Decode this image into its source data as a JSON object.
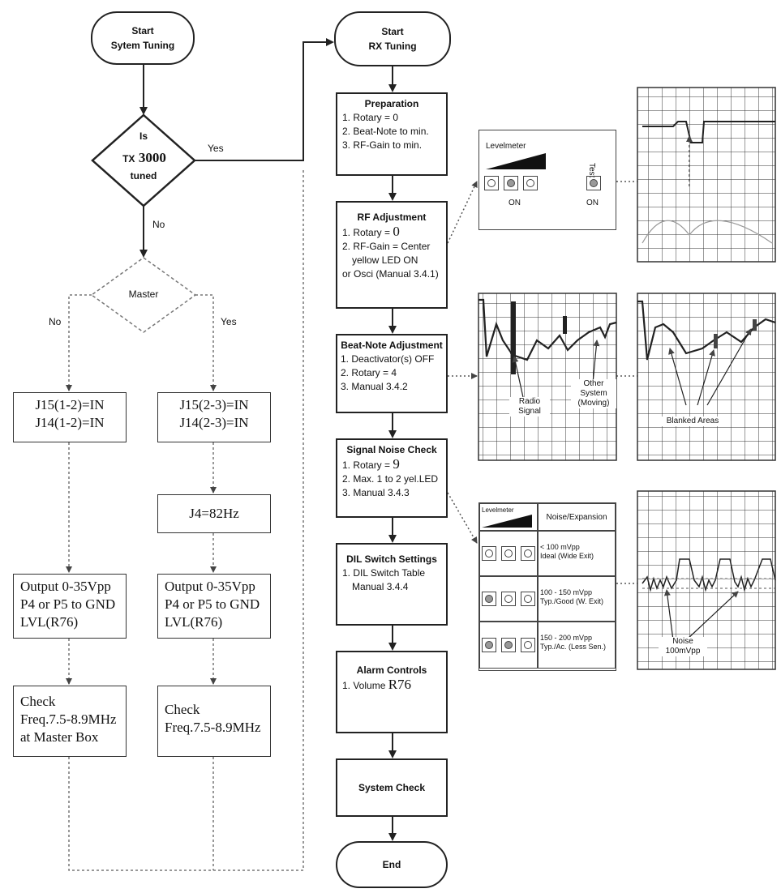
{
  "left": {
    "start_line1": "Start",
    "start_line2": "Sytem Tuning",
    "decision_is": "Is",
    "decision_tx": "TX",
    "decision_num": "3000",
    "decision_tuned": "tuned",
    "yes": "Yes",
    "no": "No",
    "master": "Master",
    "master_no": "No",
    "master_yes": "Yes",
    "a1_l1": "J15(1-2)=IN",
    "a1_l2": "J14(1-2)=IN",
    "b1_l1": "J15(2-3)=IN",
    "b1_l2": "J14(2-3)=IN",
    "b2": "J4=82Hz",
    "a2_l1": "Output 0-35Vpp",
    "a2_l2": "P4 or P5 to GND",
    "a2_l3": "LVL(R76)",
    "b3_l1": "Output 0-35Vpp",
    "b3_l2": "P4 or P5 to GND",
    "b3_l3": "LVL(R76)",
    "a3_l1": "Check",
    "a3_l2": "Freq.7.5-8.9MHz",
    "a3_l3": "at Master Box",
    "b4_l1": "Check",
    "b4_l2": "Freq.7.5-8.9MHz"
  },
  "mid": {
    "start_line1": "Start",
    "start_line2": "RX Tuning",
    "prep_title": "Preparation",
    "prep_1": "1. Rotary = 0",
    "prep_2": "2. Beat-Note to min.",
    "prep_3": "3. RF-Gain to min.",
    "rf_title": "RF Adjustment",
    "rf_1a": "1. Rotary = ",
    "rf_1b": "0",
    "rf_2": "2. RF-Gain = Center",
    "rf_3": "yellow LED ON",
    "rf_4": "or Osci (Manual 3.4.1)",
    "beat_title": "Beat-Note Adjustment",
    "beat_1": "1. Deactivator(s) OFF",
    "beat_2": "2. Rotary = 4",
    "beat_3": "3. Manual 3.4.2",
    "sn_title": "Signal Noise Check",
    "sn_1a": "1. Rotary = ",
    "sn_1b": "9",
    "sn_2": "2. Max. 1 to 2 yel.LED",
    "sn_3": "3. Manual 3.4.3",
    "dil_title": "DIL Switch Settings",
    "dil_1": "1. DIL Switch Table",
    "dil_2": "Manual 3.4.4",
    "alarm_title": "Alarm Controls",
    "alarm_1a": "1. Volume ",
    "alarm_1b": "R76",
    "syscheck": "System Check",
    "end": "End"
  },
  "right": {
    "levelmeter": "Levelmeter",
    "on": "ON",
    "test": "Test",
    "on2": "ON",
    "radio": "Radio",
    "signal": "Signal",
    "other": "Other",
    "system": "System",
    "moving": "(Moving)",
    "blanked": "Blanked Areas",
    "tbl_levelmeter": "Levelmeter",
    "tbl_header": "Noise/Expansion",
    "row1_a": "< 100 mVpp",
    "row1_b": "Ideal (Wide Exit)",
    "row2_a": "100 - 150 mVpp",
    "row2_b": "Typ./Good (W. Exit)",
    "row3_a": "150 - 200 mVpp",
    "row3_b": "Typ./Ac. (Less Sen.)",
    "noise": "Noise",
    "noise_val": "100mVpp"
  }
}
